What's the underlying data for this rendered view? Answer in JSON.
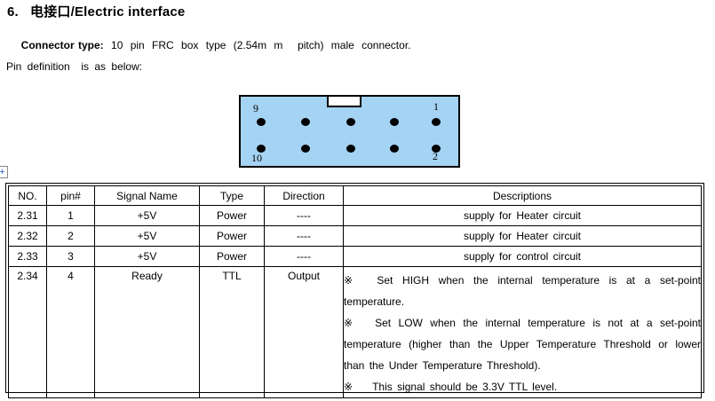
{
  "page": {
    "section_title": "6.   电接口/Electric interface",
    "connector_type_label": "Connector type:",
    "connector_type_value": " 10 pin FRC box type (2.54m m  pitch) male connector.",
    "pin_definition_note": "Pin definition  is as below:"
  },
  "connector_diagram": {
    "fill_color": "#a5d3f3",
    "pin_count": 10,
    "pin_labels": {
      "top_left": "9",
      "top_right": "1",
      "bottom_left": "10",
      "bottom_right": "2"
    }
  },
  "table": {
    "handle_glyph": "+",
    "headers": [
      "NO.",
      "pin#",
      "Signal Name",
      "Type",
      "Direction",
      "Descriptions"
    ],
    "rows": [
      {
        "no": "2.31",
        "pin": "1",
        "signal": "+5V",
        "type": "Power",
        "direction": "----",
        "description": "supply for Heater circuit"
      },
      {
        "no": "2.32",
        "pin": "2",
        "signal": "+5V",
        "type": "Power",
        "direction": "----",
        "description": "supply for Heater circuit"
      },
      {
        "no": "2.33",
        "pin": "3",
        "signal": "+5V",
        "type": "Power",
        "direction": "----",
        "description": "supply for control circuit"
      },
      {
        "no": "2.34",
        "pin": "4",
        "signal": "Ready",
        "type": "TTL",
        "direction": "Output",
        "description_items": [
          {
            "marker": "※",
            "text": "Set HIGH when the internal temperature is at a set-point temperature."
          },
          {
            "marker": "※",
            "text": "Set LOW when the internal temperature is not at a set-point temperature (higher than the Upper Temperature Threshold or lower than the Under Temperature Threshold)."
          },
          {
            "marker": "※",
            "text": "This signal should be 3.3V TTL level."
          }
        ]
      }
    ]
  }
}
